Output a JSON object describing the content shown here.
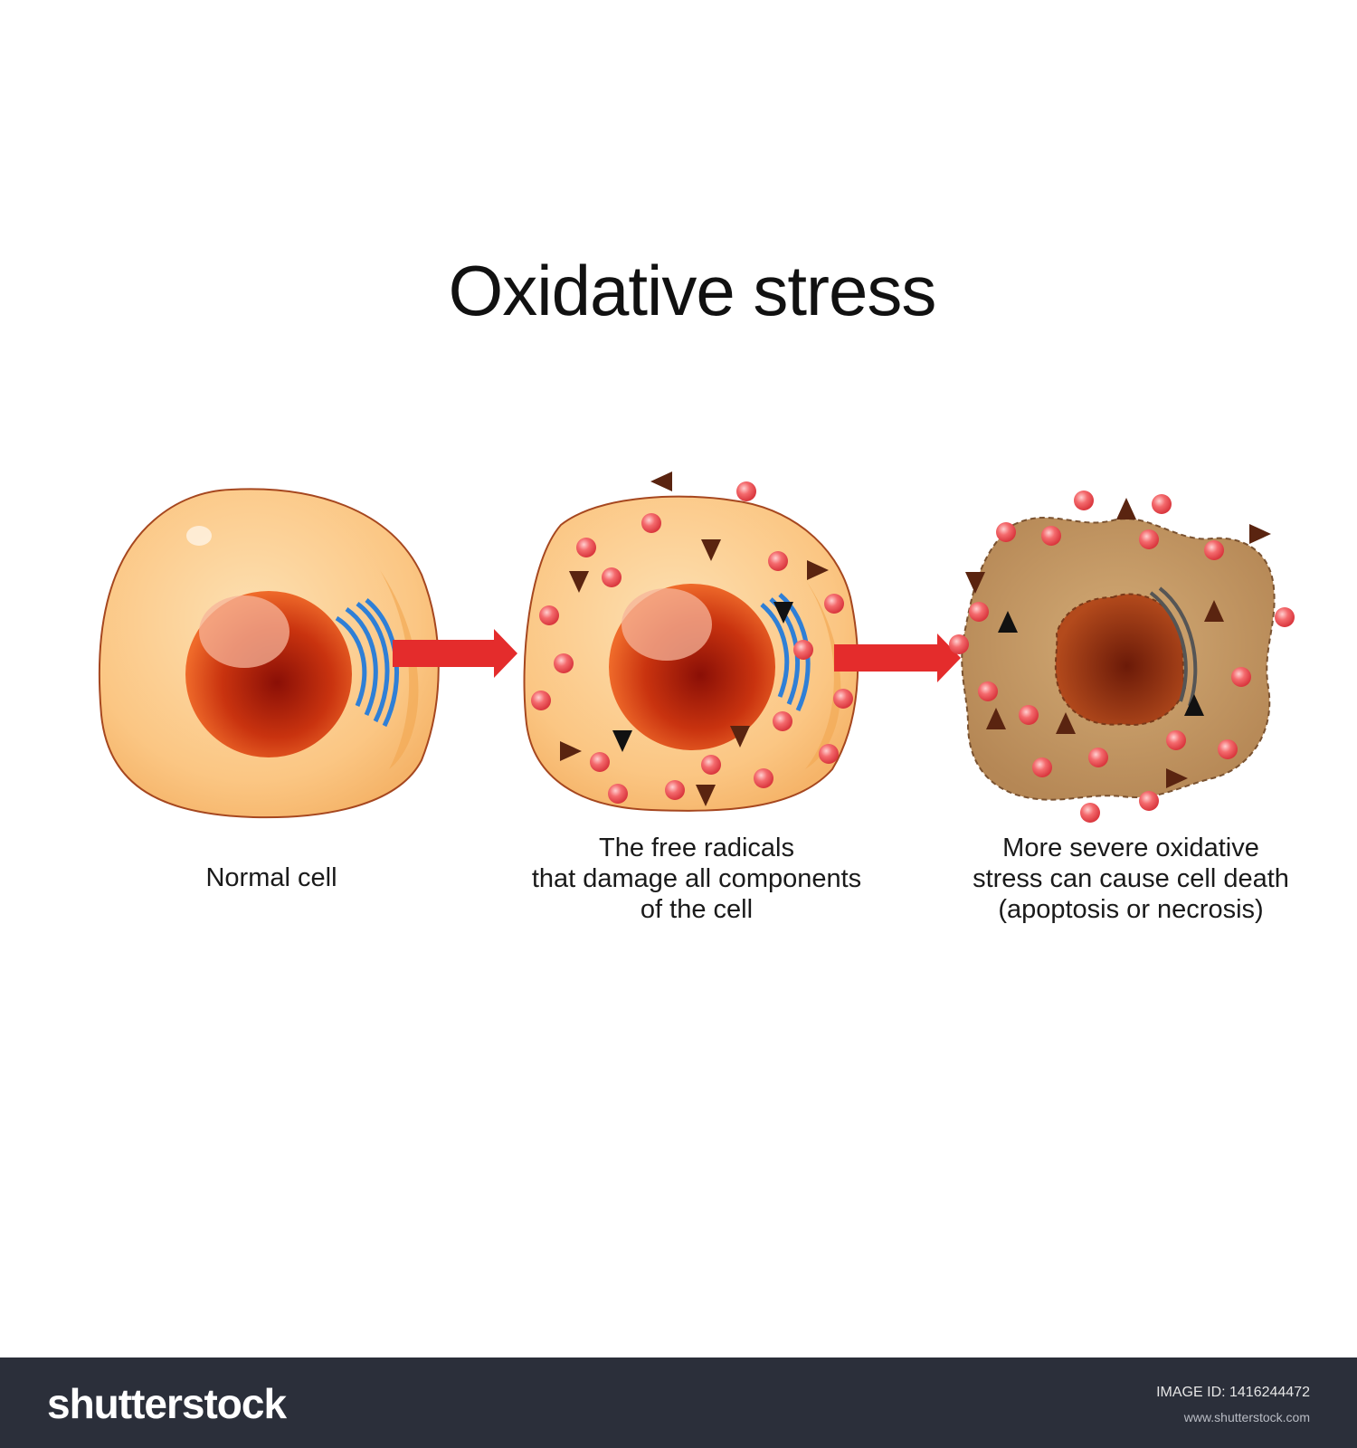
{
  "title": "Oxidative stress",
  "stages": [
    {
      "label": "Normal cell"
    },
    {
      "label": "The free radicals\nthat damage all components\nof the cell"
    },
    {
      "label": "More severe oxidative\nstress can cause cell death\n(apoptosis or necrosis)"
    }
  ],
  "colors": {
    "cell_cytoplasm": "#f9c57f",
    "damaged_cell": "#c49a64",
    "nucleus": "#c0300f",
    "golgi": "#2f7fd6",
    "free_radical": "#f0767a",
    "arrow": "#e42c2c",
    "footer_bg": "#2b2f3a"
  },
  "icons": [
    "free-radical-icon",
    "triangle-particle-icon",
    "red-arrow-icon",
    "golgi-icon"
  ],
  "footer": {
    "brand": "shutterstock",
    "image_id": "IMAGE ID: 1416244472",
    "site": "www.shutterstock.com"
  }
}
